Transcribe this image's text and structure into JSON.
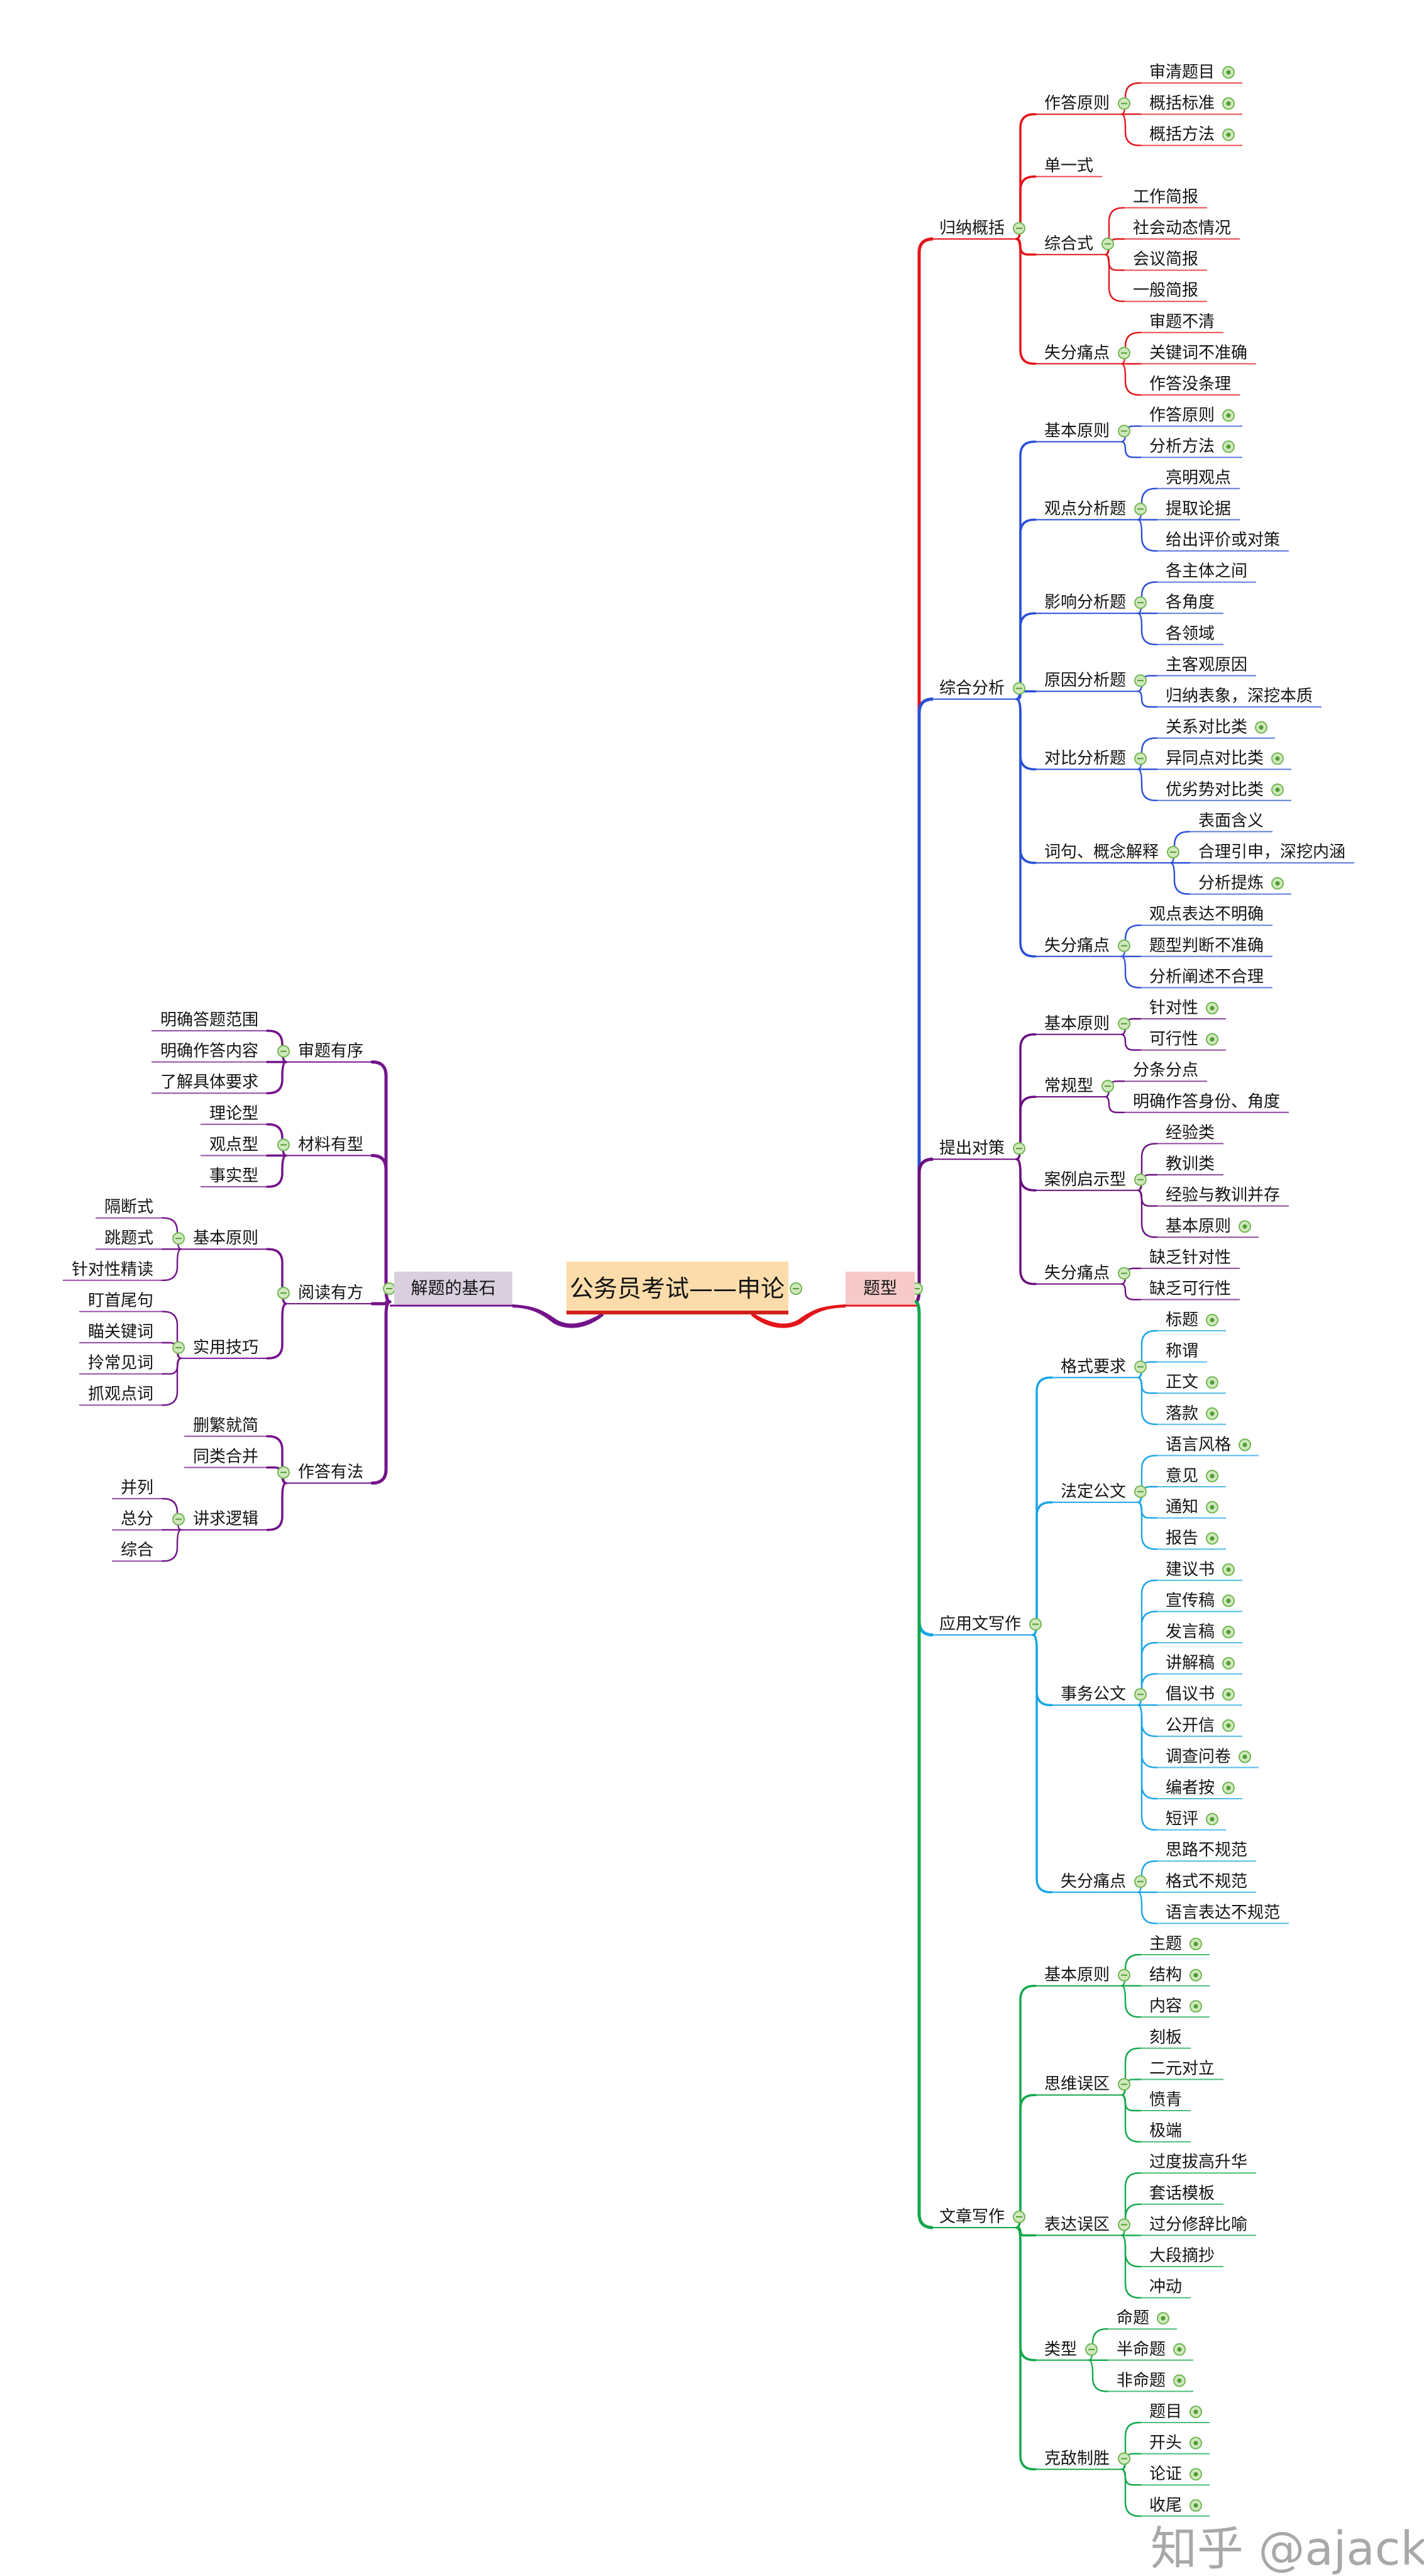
{
  "root": {
    "label": "公务员考试——申论",
    "fill": "#fddcab",
    "border": "#d0201a"
  },
  "left": {
    "label": "解题的基石",
    "fill": "#d9cfdf",
    "color": "#74138a",
    "children": [
      {
        "label": "审题有序",
        "children": [
          {
            "label": "明确答题范围"
          },
          {
            "label": "明确作答内容"
          },
          {
            "label": "了解具体要求"
          }
        ]
      },
      {
        "label": "材料有型",
        "children": [
          {
            "label": "理论型"
          },
          {
            "label": "观点型"
          },
          {
            "label": "事实型"
          }
        ]
      },
      {
        "label": "阅读有方",
        "children": [
          {
            "label": "基本原则",
            "children": [
              {
                "label": "隔断式"
              },
              {
                "label": "跳题式"
              },
              {
                "label": "针对性精读"
              }
            ]
          },
          {
            "label": "实用技巧",
            "children": [
              {
                "label": "盯首尾句"
              },
              {
                "label": "瞄关键词"
              },
              {
                "label": "拎常见词"
              },
              {
                "label": "抓观点词"
              }
            ]
          }
        ]
      },
      {
        "label": "作答有法",
        "children": [
          {
            "label": "删繁就简"
          },
          {
            "label": "同类合并"
          },
          {
            "label": "讲求逻辑",
            "children": [
              {
                "label": "并列"
              },
              {
                "label": "总分"
              },
              {
                "label": "综合"
              }
            ]
          }
        ]
      }
    ]
  },
  "right": {
    "label": "题型",
    "fill": "#f7c9c9",
    "color": "#e3151b",
    "children": [
      {
        "label": "归纳概括",
        "color": "#e3151b",
        "children": [
          {
            "label": "作答原则",
            "children": [
              {
                "label": "审清题目",
                "expand": true
              },
              {
                "label": "概括标准",
                "expand": true
              },
              {
                "label": "概括方法",
                "expand": true
              }
            ]
          },
          {
            "label": "单一式"
          },
          {
            "label": "综合式",
            "children": [
              {
                "label": "工作简报"
              },
              {
                "label": "社会动态情况"
              },
              {
                "label": "会议简报"
              },
              {
                "label": "一般简报"
              }
            ]
          },
          {
            "label": "失分痛点",
            "children": [
              {
                "label": "审题不清"
              },
              {
                "label": "关键词不准确"
              },
              {
                "label": "作答没条理"
              }
            ]
          }
        ]
      },
      {
        "label": "综合分析",
        "color": "#2b4fd6",
        "children": [
          {
            "label": "基本原则",
            "children": [
              {
                "label": "作答原则",
                "expand": true
              },
              {
                "label": "分析方法",
                "expand": true
              }
            ]
          },
          {
            "label": "观点分析题",
            "children": [
              {
                "label": "亮明观点"
              },
              {
                "label": "提取论据"
              },
              {
                "label": "给出评价或对策"
              }
            ]
          },
          {
            "label": "影响分析题",
            "children": [
              {
                "label": "各主体之间"
              },
              {
                "label": "各角度"
              },
              {
                "label": "各领域"
              }
            ]
          },
          {
            "label": "原因分析题",
            "children": [
              {
                "label": "主客观原因"
              },
              {
                "label": "归纳表象，深挖本质"
              }
            ]
          },
          {
            "label": "对比分析题",
            "children": [
              {
                "label": "关系对比类",
                "expand": true
              },
              {
                "label": "异同点对比类",
                "expand": true
              },
              {
                "label": "优劣势对比类",
                "expand": true
              }
            ]
          },
          {
            "label": "词句、概念解释",
            "children": [
              {
                "label": "表面含义"
              },
              {
                "label": "合理引申，深挖内涵"
              },
              {
                "label": "分析提炼",
                "expand": true
              }
            ]
          },
          {
            "label": "失分痛点",
            "children": [
              {
                "label": "观点表达不明确"
              },
              {
                "label": "题型判断不准确"
              },
              {
                "label": "分析阐述不合理"
              }
            ]
          }
        ]
      },
      {
        "label": "提出对策",
        "color": "#6a0f80",
        "children": [
          {
            "label": "基本原则",
            "children": [
              {
                "label": "针对性",
                "expand": true
              },
              {
                "label": "可行性",
                "expand": true
              }
            ]
          },
          {
            "label": "常规型",
            "children": [
              {
                "label": "分条分点"
              },
              {
                "label": "明确作答身份、角度"
              }
            ]
          },
          {
            "label": "案例启示型",
            "children": [
              {
                "label": "经验类"
              },
              {
                "label": "教训类"
              },
              {
                "label": "经验与教训并存"
              },
              {
                "label": "基本原则",
                "expand": true
              }
            ]
          },
          {
            "label": "失分痛点",
            "children": [
              {
                "label": "缺乏针对性"
              },
              {
                "label": "缺乏可行性"
              }
            ]
          }
        ]
      },
      {
        "label": "应用文写作",
        "color": "#1ba6e6",
        "children": [
          {
            "label": "格式要求",
            "children": [
              {
                "label": "标题",
                "expand": true
              },
              {
                "label": "称谓"
              },
              {
                "label": "正文",
                "expand": true
              },
              {
                "label": "落款",
                "expand": true
              }
            ]
          },
          {
            "label": "法定公文",
            "children": [
              {
                "label": "语言风格",
                "expand": true
              },
              {
                "label": "意见",
                "expand": true
              },
              {
                "label": "通知",
                "expand": true
              },
              {
                "label": "报告",
                "expand": true
              }
            ]
          },
          {
            "label": "事务公文",
            "children": [
              {
                "label": "建议书",
                "expand": true
              },
              {
                "label": "宣传稿",
                "expand": true
              },
              {
                "label": "发言稿",
                "expand": true
              },
              {
                "label": "讲解稿",
                "expand": true
              },
              {
                "label": "倡议书",
                "expand": true
              },
              {
                "label": "公开信",
                "expand": true
              },
              {
                "label": "调查问卷",
                "expand": true
              },
              {
                "label": "编者按",
                "expand": true
              },
              {
                "label": "短评",
                "expand": true
              }
            ]
          },
          {
            "label": "失分痛点",
            "children": [
              {
                "label": "思路不规范"
              },
              {
                "label": "格式不规范"
              },
              {
                "label": "语言表达不规范"
              }
            ]
          }
        ]
      },
      {
        "label": "文章写作",
        "color": "#14a84b",
        "children": [
          {
            "label": "基本原则",
            "children": [
              {
                "label": "主题",
                "expand": true
              },
              {
                "label": "结构",
                "expand": true
              },
              {
                "label": "内容",
                "expand": true
              }
            ]
          },
          {
            "label": "思维误区",
            "children": [
              {
                "label": "刻板"
              },
              {
                "label": "二元对立"
              },
              {
                "label": "愤青"
              },
              {
                "label": "极端"
              }
            ]
          },
          {
            "label": "表达误区",
            "children": [
              {
                "label": "过度拔高升华"
              },
              {
                "label": "套话模板"
              },
              {
                "label": "过分修辞比喻"
              },
              {
                "label": "大段摘抄"
              },
              {
                "label": "冲动"
              }
            ]
          },
          {
            "label": "类型",
            "children": [
              {
                "label": "命题",
                "expand": true
              },
              {
                "label": "半命题",
                "expand": true
              },
              {
                "label": "非命题",
                "expand": true
              }
            ]
          },
          {
            "label": "克敌制胜",
            "children": [
              {
                "label": "题目",
                "expand": true
              },
              {
                "label": "开头",
                "expand": true
              },
              {
                "label": "论证",
                "expand": true
              },
              {
                "label": "收尾",
                "expand": true
              }
            ]
          }
        ]
      }
    ]
  },
  "icons": {
    "collapse": "collapse-minus-icon",
    "expand": "expand-plus-icon",
    "icon_fill": "#cfe9bb",
    "icon_stroke": "#72b655"
  },
  "watermark": "知乎 @ajack"
}
